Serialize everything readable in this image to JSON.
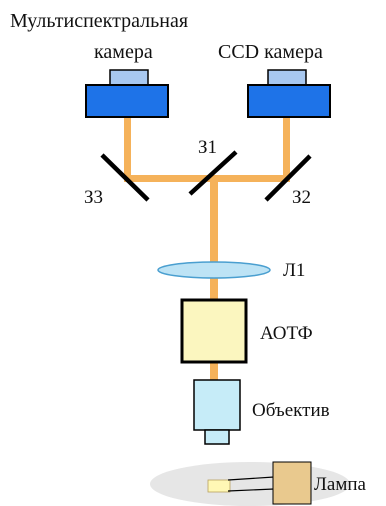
{
  "labels": {
    "multispectral_line1": "Мультиспектральная",
    "multispectral_line2": "камера",
    "ccd_camera": "CCD камера",
    "mirror_z1": "З1",
    "mirror_z2": "З2",
    "mirror_z3": "З3",
    "lens_l1": "Л1",
    "aotf": "АОТФ",
    "objective": "Объектив",
    "lamp": "Лампа"
  },
  "colors": {
    "beam": "#f5b25a",
    "camera_body": "#1e73e8",
    "camera_top": "#a8c8f0",
    "camera_outline": "#000000",
    "lens_fill": "#bde3f5",
    "lens_stroke": "#4a9fd0",
    "aotf_fill": "#fbf6bf",
    "objective_fill": "#c6ecf8",
    "lamp_fill": "#e9c98e",
    "lamp_bulb": "#fff8b5",
    "sample_ellipse": "#e6e6e6",
    "mirror": "#000000"
  }
}
